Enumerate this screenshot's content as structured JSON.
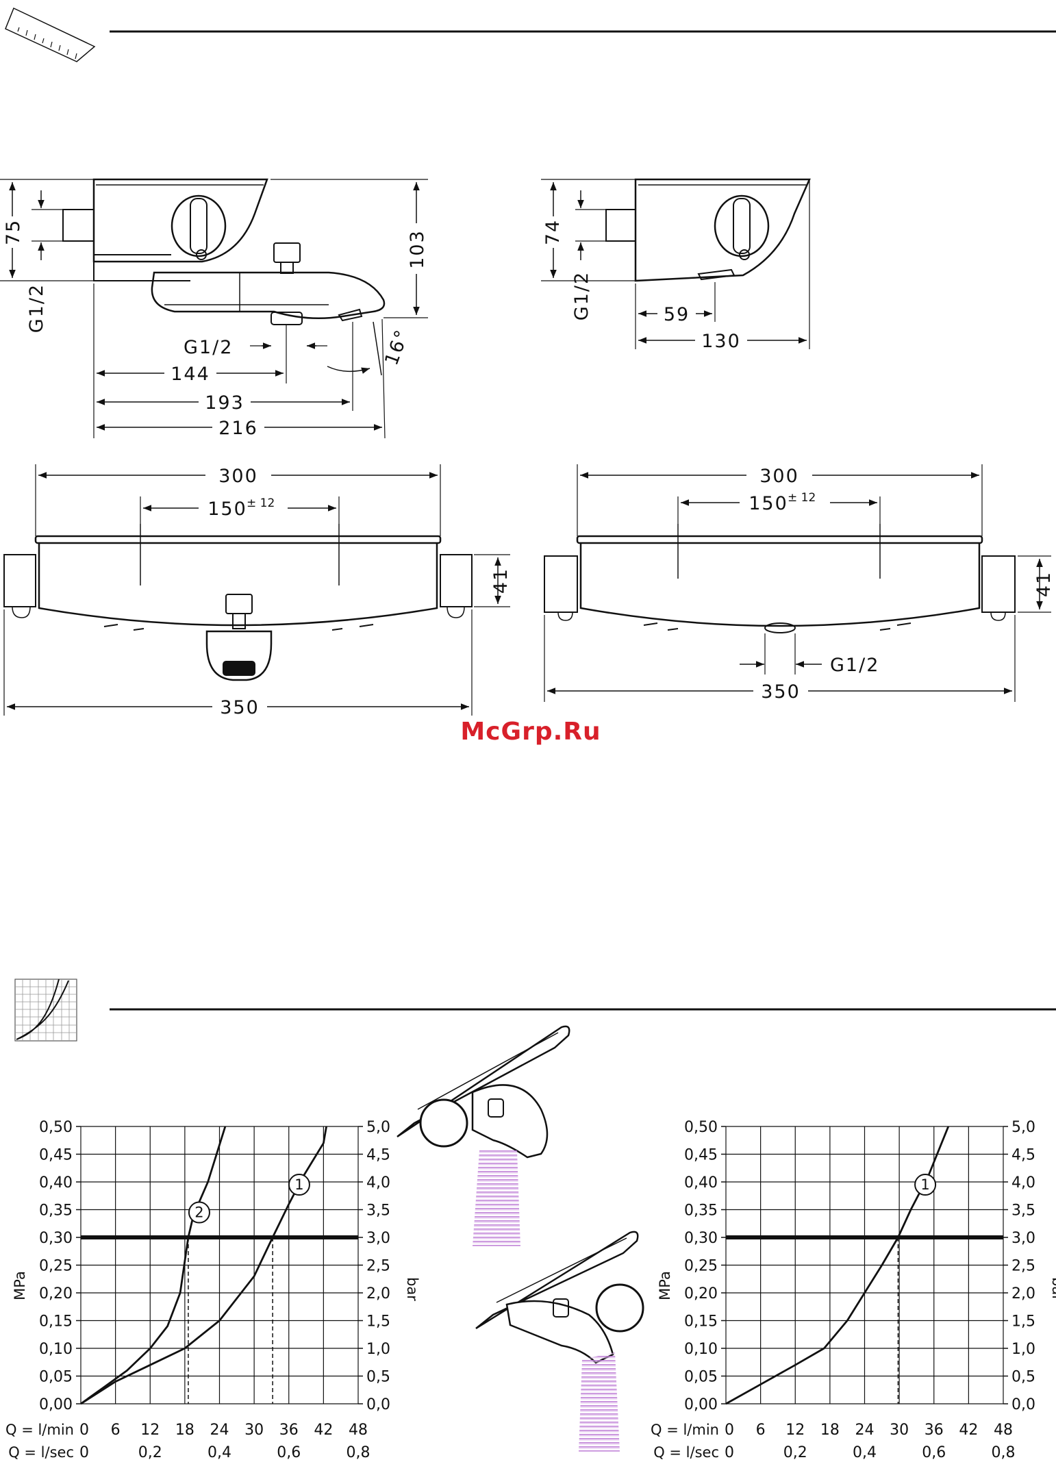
{
  "dimensions": {
    "side_view_bath": {
      "height_total": "103",
      "height_left": "75",
      "thread_side": "G1/2",
      "thread_spout": "G1/2",
      "angle": "16°",
      "depth_spout_axis": "144",
      "depth_spout_tip": "193",
      "depth_total": "216"
    },
    "side_view_shower": {
      "height_left": "74",
      "thread_side": "G1/2",
      "depth_outlet": "59",
      "depth_total": "130"
    },
    "front_view_bath": {
      "width_body": "300",
      "centers": "150",
      "centers_tol": "± 12",
      "height": "41",
      "width_total": "350"
    },
    "front_view_shower": {
      "width_body": "300",
      "centers": "150",
      "centers_tol": "± 12",
      "height": "41",
      "thread_outlet": "G1/2",
      "width_total": "350"
    }
  },
  "watermark": "McGrp.Ru",
  "chart_data": [
    {
      "type": "line",
      "title": "",
      "ylabel_left": "MPa",
      "ylabel_right": "bar",
      "xlabel_top": "Q = l/min",
      "xlabel_bottom": "Q = l/sec",
      "x_ticks": [
        "0",
        "6",
        "12",
        "18",
        "24",
        "30",
        "36",
        "42",
        "48"
      ],
      "x2_ticks": [
        "0",
        "0,2",
        "0,4",
        "0,6",
        "0,8"
      ],
      "y_ticks": [
        "0,00",
        "0,05",
        "0,10",
        "0,15",
        "0,20",
        "0,25",
        "0,30",
        "0,35",
        "0,40",
        "0,45",
        "0,50"
      ],
      "y2_ticks": [
        "0,0",
        "0,5",
        "1,0",
        "1,5",
        "2,0",
        "2,5",
        "3,0",
        "3,5",
        "4,0",
        "4,5",
        "5,0"
      ],
      "xlim": [
        0,
        48
      ],
      "ylim": [
        0,
        0.5
      ],
      "reference_line": 0.3,
      "series": [
        {
          "name": "1",
          "marker_at": [
            37.8,
            0.395
          ],
          "drop_x": 33.2,
          "points": [
            [
              0,
              0
            ],
            [
              6,
              0.04
            ],
            [
              12,
              0.07
            ],
            [
              18,
              0.1
            ],
            [
              24,
              0.15
            ],
            [
              30,
              0.23
            ],
            [
              33.2,
              0.3
            ],
            [
              36,
              0.36
            ],
            [
              38.5,
              0.41
            ],
            [
              42,
              0.47
            ],
            [
              42.5,
              0.5
            ]
          ]
        },
        {
          "name": "2",
          "marker_at": [
            20.5,
            0.345
          ],
          "drop_x": 18.6,
          "points": [
            [
              0,
              0
            ],
            [
              4,
              0.03
            ],
            [
              8,
              0.06
            ],
            [
              12,
              0.1
            ],
            [
              15,
              0.14
            ],
            [
              17.2,
              0.2
            ],
            [
              18.6,
              0.3
            ],
            [
              19.5,
              0.34
            ],
            [
              22,
              0.4
            ],
            [
              25,
              0.5
            ]
          ]
        }
      ]
    },
    {
      "type": "line",
      "title": "",
      "ylabel_left": "MPa",
      "ylabel_right": "bar",
      "xlabel_top": "Q = l/min",
      "xlabel_bottom": "Q = l/sec",
      "x_ticks": [
        "0",
        "6",
        "12",
        "18",
        "24",
        "30",
        "36",
        "42",
        "48"
      ],
      "x2_ticks": [
        "0",
        "0,2",
        "0,4",
        "0,6",
        "0,8"
      ],
      "y_ticks": [
        "0,00",
        "0,05",
        "0,10",
        "0,15",
        "0,20",
        "0,25",
        "0,30",
        "0,35",
        "0,40",
        "0,45",
        "0,50"
      ],
      "y2_ticks": [
        "0,0",
        "0,5",
        "1,0",
        "1,5",
        "2,0",
        "2,5",
        "3,0",
        "3,5",
        "4,0",
        "4,5",
        "5,0"
      ],
      "xlim": [
        0,
        48
      ],
      "ylim": [
        0,
        0.5
      ],
      "reference_line": 0.3,
      "series": [
        {
          "name": "1",
          "marker_at": [
            34.5,
            0.395
          ],
          "drop_x": 29.8,
          "points": [
            [
              0,
              0
            ],
            [
              6,
              0.035
            ],
            [
              12,
              0.07
            ],
            [
              17,
              0.1
            ],
            [
              21,
              0.15
            ],
            [
              24,
              0.2
            ],
            [
              27,
              0.25
            ],
            [
              29.8,
              0.3
            ],
            [
              32,
              0.35
            ],
            [
              35,
              0.41
            ],
            [
              38.5,
              0.5
            ]
          ]
        }
      ]
    }
  ]
}
